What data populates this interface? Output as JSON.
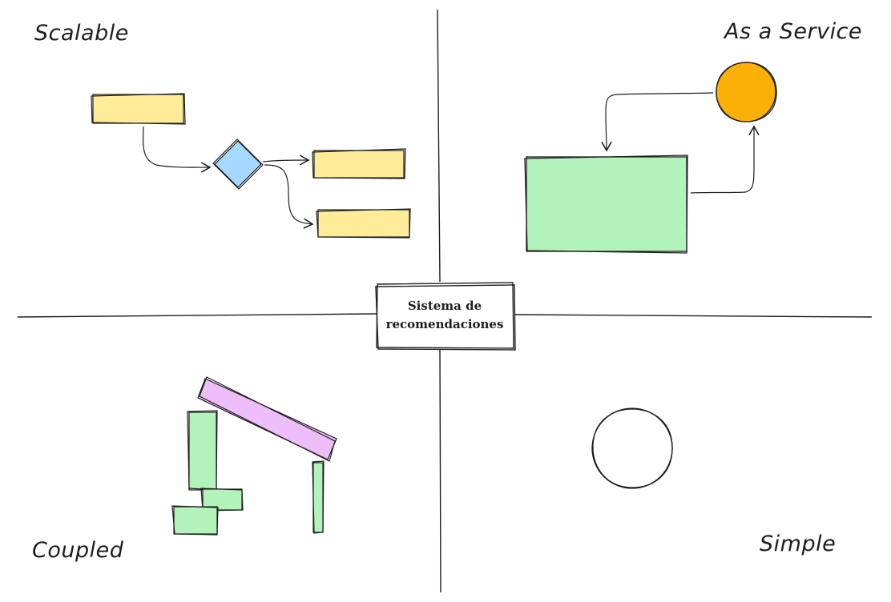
{
  "quadrants": {
    "top_left": "Scalable",
    "top_right": "As a Service",
    "bottom_left": "Coupled",
    "bottom_right": "Simple"
  },
  "center": {
    "line1": "Sistema de",
    "line2": "recomendaciones"
  },
  "colors": {
    "yellow": "#ffec99",
    "blue": "#a5d8ff",
    "green": "#b2f2bb",
    "orange": "#fab005",
    "violet": "#eebefa",
    "stroke": "#1e1e1e"
  }
}
